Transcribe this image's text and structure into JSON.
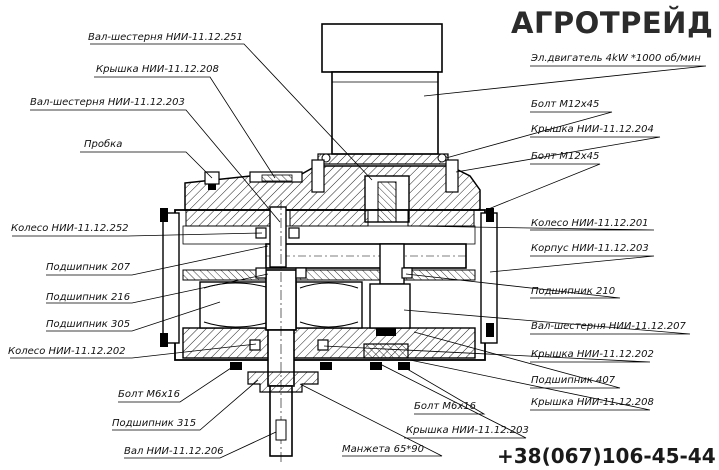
{
  "brand": "АГРОТРЕЙД",
  "phone": "+38(067)106-45-44",
  "labels": {
    "val_shesternya_251": "Вал-шестерня НИИ-11.12.251",
    "kryshka_208_top": "Крышка НИИ-11.12.208",
    "val_shesternya_203": "Вал-шестерня НИИ-11.12.203",
    "probka": "Пробка",
    "koleso_252": "Колесо НИИ-11.12.252",
    "podshipnik_207": "Подшипник 207",
    "podshipnik_216": "Подшипник 216",
    "podshipnik_305": "Подшипник 305",
    "koleso_202": "Колесо НИИ-11.12.202",
    "bolt_m6_left": "Болт М6х16",
    "podshipnik_315": "Подшипник 315",
    "val_206": "Вал НИИ-11.12.206",
    "manzheta": "Манжета 65*90",
    "kryshka_203": "Крышка НИИ-11.12.203",
    "bolt_m6_right": "Болт М6х16",
    "kryshka_208_right": "Крышка НИИ-11.12.208",
    "podshipnik_407": "Подшипник 407",
    "kryshka_202": "Крышка НИИ-11.12.202",
    "val_shesternya_207": "Вал-шестерня НИИ-11.12.207",
    "podshipnik_210": "Подшипник 210",
    "korpus_203": "Корпус НИИ-11.12.203",
    "koleso_201": "Колесо НИИ-11.12.201",
    "bolt_m12_lower": "Болт М12х45",
    "kryshka_204": "Крышка НИИ-11.12.204",
    "bolt_m12_upper": "Болт М12х45",
    "elektrodvigatel": "Эл.двигатель 4kW *1000 об/мин"
  },
  "colors": {
    "hatch": "#222222",
    "line": "#000000",
    "text": "#111111"
  }
}
